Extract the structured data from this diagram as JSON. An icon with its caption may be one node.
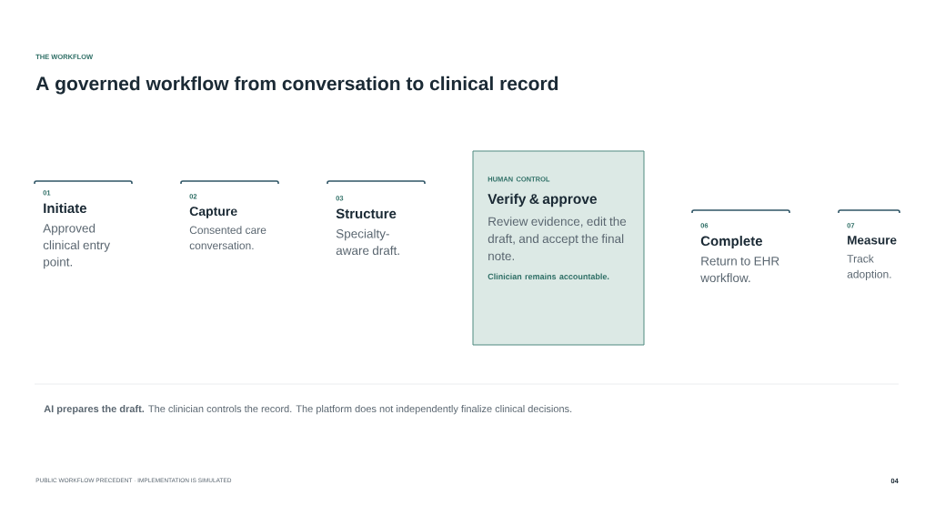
{
  "diagram": {
    "title": "A governed workflow from conversation to clinical record",
    "nodes": [
      {
        "text": [
          "01",
          "Initiate",
          "Approved clinical entry point."
        ]
      },
      {
        "text": [
          "02",
          "Capture",
          "Consented care conversation."
        ]
      },
      {
        "text": [
          "03",
          "Structure",
          "Specialty-aware draft."
        ]
      },
      {
        "text": [
          "HUMAN CONTROL",
          "Verify & approve",
          "Review evidence, edit the draft, and accept the final note.",
          "Clinician remains accountable."
        ]
      },
      {
        "text": [
          "06",
          "Complete",
          "Return to EHR workflow."
        ]
      },
      {
        "text": [
          "07",
          "Measure",
          "Track adoption."
        ]
      }
    ],
    "labels": [
      "THE WORKFLOW",
      "**AI prepares the draft.** The clinician controls the record. The platform does not independently finalize clinical decisions.",
      "PUBLIC WORKFLOW PRECEDENT · IMPLEMENTATION IS SIMULATED",
      "04"
    ]
  }
}
